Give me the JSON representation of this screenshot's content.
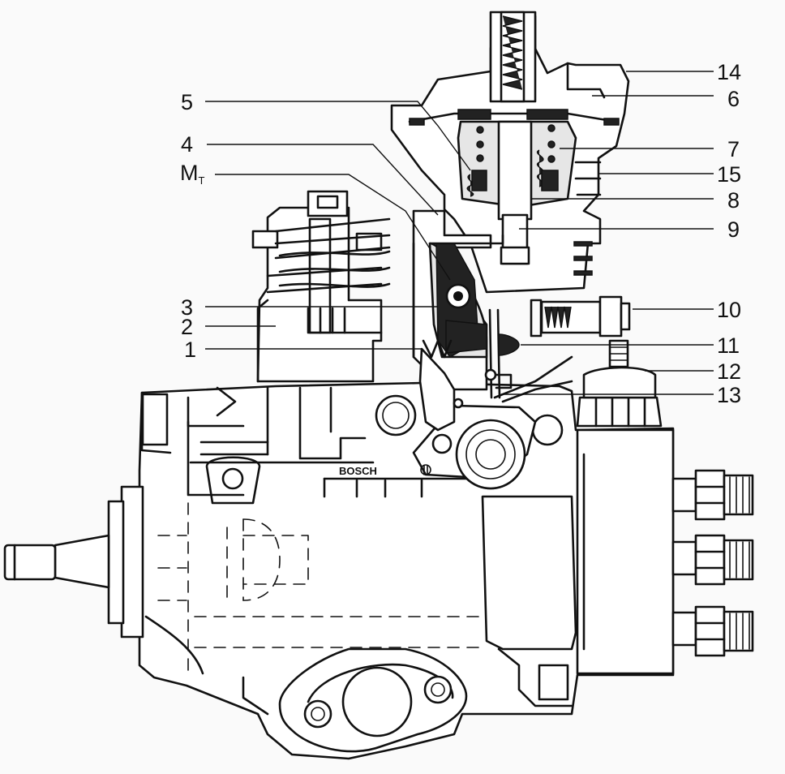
{
  "diagram": {
    "callouts": [
      {
        "id": "14",
        "text": "14"
      },
      {
        "id": "5",
        "text": "5"
      },
      {
        "id": "6",
        "text": "6"
      },
      {
        "id": "4",
        "text": "4"
      },
      {
        "id": "7",
        "text": "7"
      },
      {
        "id": "mt",
        "text": "M",
        "sub": "T"
      },
      {
        "id": "15",
        "text": "15"
      },
      {
        "id": "8",
        "text": "8"
      },
      {
        "id": "9",
        "text": "9"
      },
      {
        "id": "3",
        "text": "3"
      },
      {
        "id": "10",
        "text": "10"
      },
      {
        "id": "2",
        "text": "2"
      },
      {
        "id": "1",
        "text": "1"
      },
      {
        "id": "11",
        "text": "11"
      },
      {
        "id": "12",
        "text": "12"
      },
      {
        "id": "13",
        "text": "13"
      }
    ],
    "casting_text": "BOSCH"
  }
}
